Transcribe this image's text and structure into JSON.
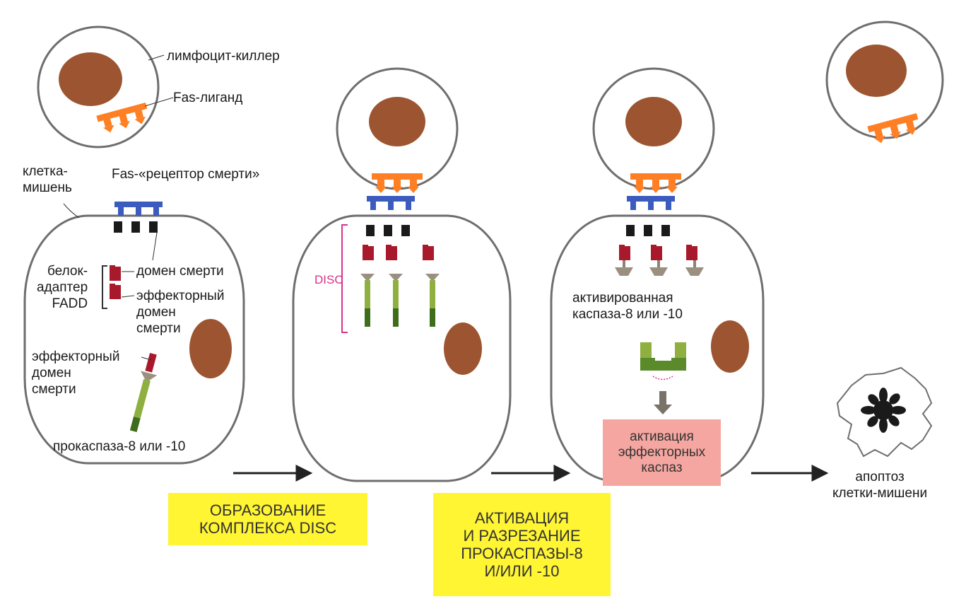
{
  "labels": {
    "killer": "лимфоцит-киллер",
    "fas_ligand": "Fas-лиганд",
    "target_cell": "клетка-\nмишень",
    "fas_receptor": "Fas-«рецептор смерти»",
    "adapter": "белок-\nадаптер\nFADD",
    "death_domain": "домен смерти",
    "effector_domain_1": "эффекторный\nдомен\nсмерти",
    "effector_domain_2": "эффекторный\nдомен\nсмерти",
    "procaspase": "прокаспаза-8 или -10",
    "disc": "DISC",
    "activated_caspase": "активированная\nкаспаза-8 или -10",
    "apoptosis": "апоптоз\nклетки-мишени"
  },
  "boxes": {
    "step1": "ОБРАЗОВАНИЕ\nКОМПЛЕКСА DISC",
    "step2": "АКТИВАЦИЯ\nИ РАЗРЕЗАНИЕ\nПРОКАСПАЗЫ-8\nИ/ИЛИ -10",
    "effector": "активация\nэффекторных\nкаспаз"
  },
  "colors": {
    "membrane": "#6e6e6e",
    "nucleus": "#9c5530",
    "fas_ligand": "#ff7f24",
    "fas_receptor": "#3b5bbf",
    "death_domain": "#1a1a1a",
    "fadd": "#a8192b",
    "procaspase_light": "#8fb040",
    "procaspase_dark": "#3e6e1c",
    "disc_bracket": "#d6338a",
    "step_box": "#fff533",
    "effector_box": "#f5a6a0",
    "arrow": "#222222"
  }
}
